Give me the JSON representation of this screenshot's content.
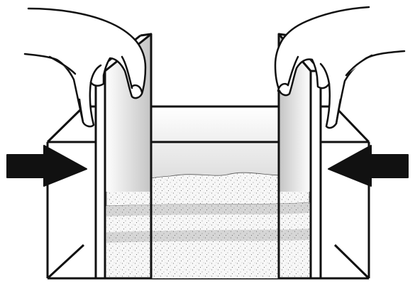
{
  "figure": {
    "subject": "sandbox-compression-experiment",
    "colors": {
      "ink": "#111111",
      "background": "#ffffff",
      "sand_stipple": "#555555",
      "sand_light_band": "#d6d6d6",
      "sand_white_band": "#f7f7f7",
      "board_shadow": "#c9c9c9"
    },
    "force_arrows": [
      {
        "side": "left",
        "direction": "right"
      },
      {
        "side": "right",
        "direction": "left"
      }
    ],
    "sand_layers": [
      "white",
      "grey",
      "white",
      "grey",
      "white"
    ]
  }
}
